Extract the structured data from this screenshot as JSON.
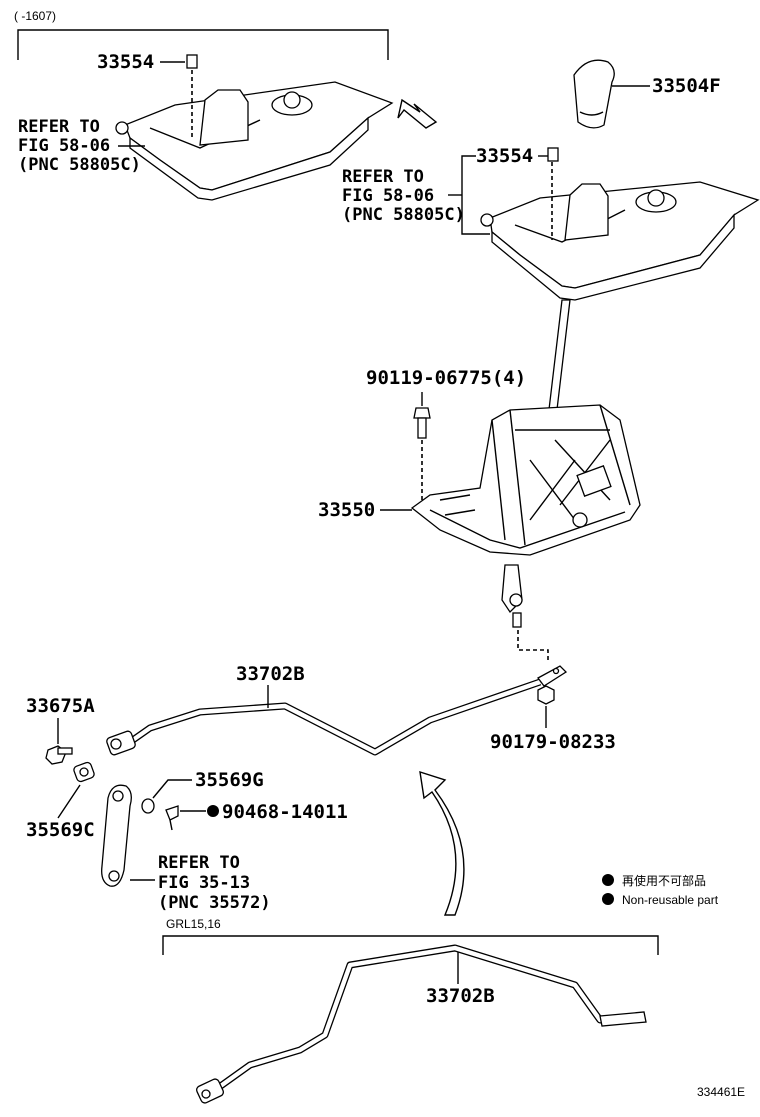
{
  "diagram": {
    "code": "334461E",
    "period_bracket_label": "(    -1607)",
    "variant_bracket_label": "GRL15,16",
    "legend": {
      "jp": "再使用不可部品",
      "en": "Non-reusable part"
    },
    "labels": {
      "p33554_a": "33554",
      "p33554_b": "33554",
      "p33504F": "33504F",
      "p90119": "90119-06775(4)",
      "p33550": "33550",
      "p33702B_a": "33702B",
      "p33702B_b": "33702B",
      "p33675A": "33675A",
      "p35569C": "35569C",
      "p35569G": "35569G",
      "p90468": "90468-14011",
      "p90179": "90179-08233"
    },
    "refs": {
      "ref_a": [
        "REFER TO",
        "FIG 58-06",
        "(PNC 58805C)"
      ],
      "ref_b": [
        "REFER TO",
        "FIG 58-06",
        "(PNC 58805C)"
      ],
      "ref_c": [
        "REFER TO",
        "FIG 35-13",
        "(PNC 35572)"
      ]
    }
  }
}
